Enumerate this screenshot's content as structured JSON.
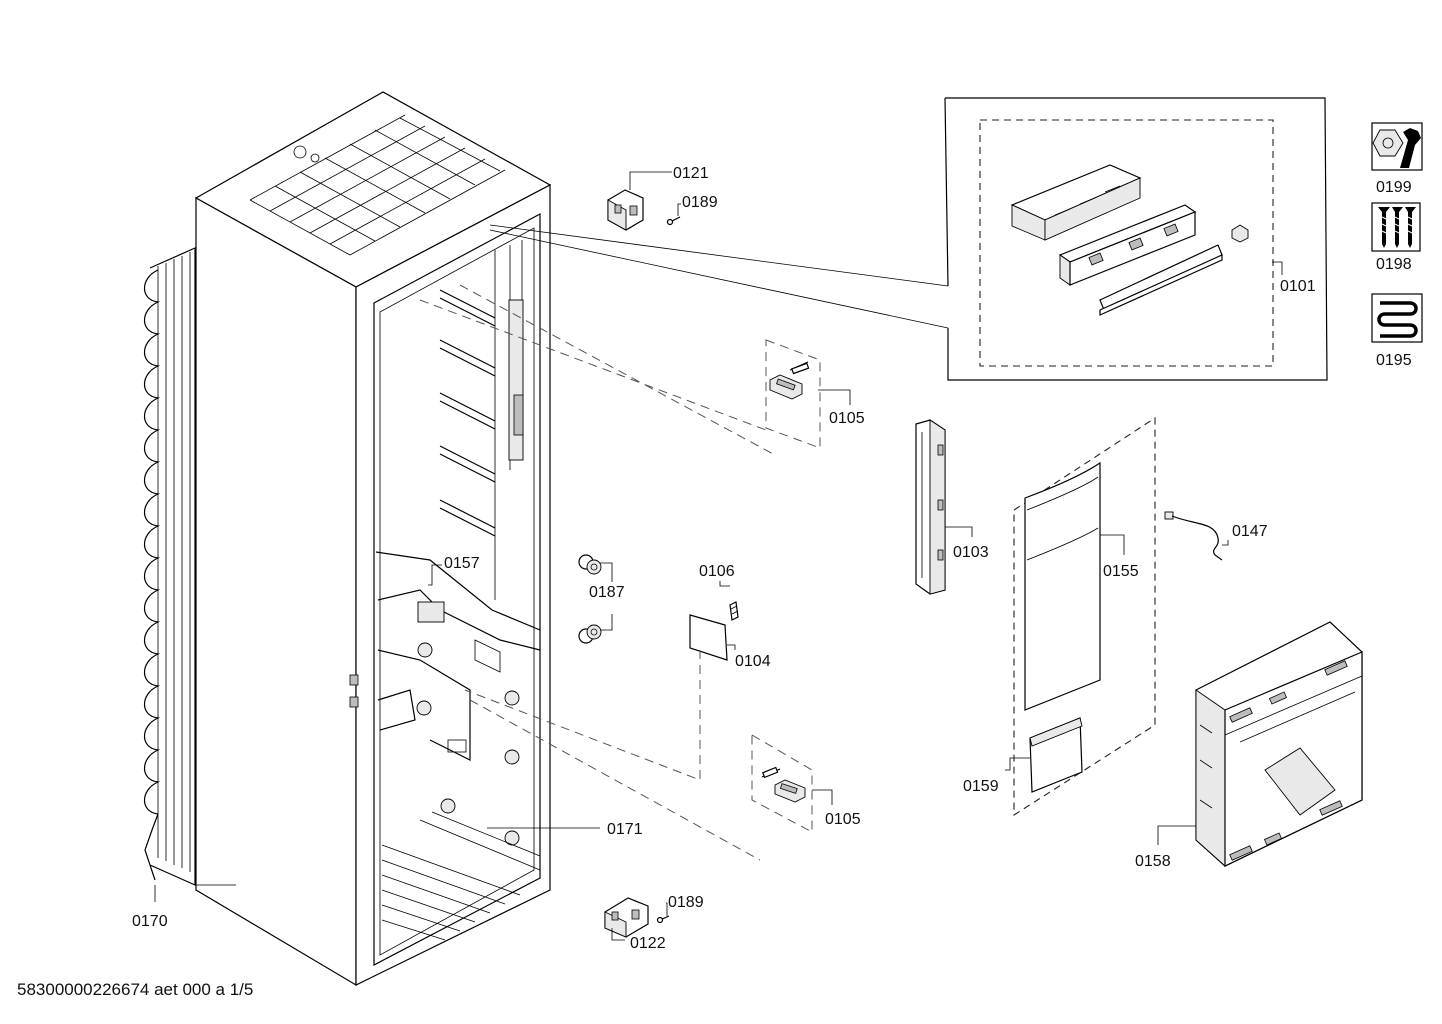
{
  "parts": {
    "p0121": "0121",
    "p0189a": "0189",
    "p0101": "0101",
    "p0105a": "0105",
    "p0103": "0103",
    "p0155": "0155",
    "p0147": "0147",
    "p0157": "0157",
    "p0187": "0187",
    "p0106": "0106",
    "p0104": "0104",
    "p0105b": "0105",
    "p0159": "0159",
    "p0158": "0158",
    "p0171": "0171",
    "p0170": "0170",
    "p0189b": "0189",
    "p0122": "0122"
  },
  "kits": {
    "k0199": "0199",
    "k0198": "0198",
    "k0195": "0195"
  },
  "icons": {
    "k0199": "nut-and-wrench-icon",
    "k0198": "screws-icon",
    "k0195": "tube-coil-icon"
  },
  "footer": "58300000226674 aet 000 a 1/5"
}
